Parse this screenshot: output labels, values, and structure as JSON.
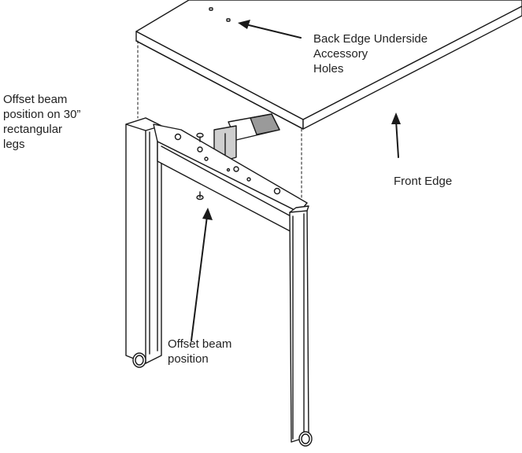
{
  "labels": {
    "offset_30": [
      "Offset beam",
      "position on 30”",
      "rectangular",
      "legs"
    ],
    "back_edge": [
      "Back Edge Underside",
      "Accessory",
      "Holes"
    ],
    "front_edge": [
      "Front Edge"
    ],
    "offset_position": [
      "Offset beam",
      "position"
    ]
  },
  "colors": {
    "line": "#1a1a1a",
    "bracket_fill": "#cfcfcf",
    "beam_shade": "#9a9a9a",
    "leg_fill": "#ffffff"
  }
}
